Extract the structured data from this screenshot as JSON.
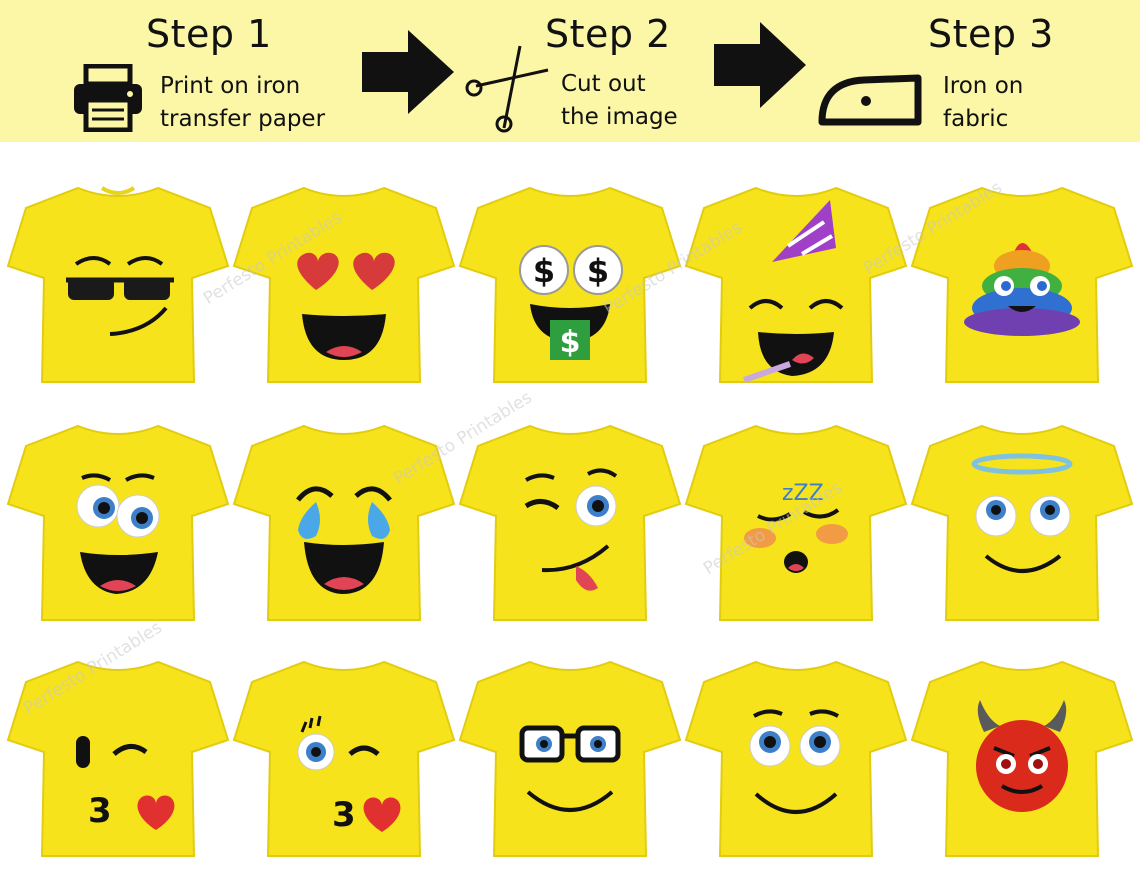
{
  "steps": [
    {
      "title": "Step 1",
      "text": "Print on iron\ntransfer paper",
      "icon": "printer-icon"
    },
    {
      "title": "Step 2",
      "text": "Cut out\nthe image",
      "icon": "scissors-icon"
    },
    {
      "title": "Step 3",
      "text": "Iron on\nfabric",
      "icon": "iron-icon"
    }
  ],
  "arrows": [
    "arrow-right-icon",
    "arrow-right-icon"
  ],
  "watermark": "Perfesto Printables",
  "colors": {
    "banner": "#fbf7a6",
    "shirt": "#f6e31c",
    "shirt_shadow": "#e2cc10",
    "mouth": "#111111",
    "tongue": "#e04455"
  },
  "shirts": [
    "sunglasses-face",
    "heart-eyes-face",
    "money-eyes-face",
    "party-hat-face",
    "rainbow-poop",
    "big-eyes-grin-face",
    "tears-of-joy-face",
    "winking-tongue-face",
    "sleeping-face",
    "halo-face",
    "kiss-wink-face",
    "kiss-wink-lashes-face",
    "nerd-glasses-face",
    "smiling-eyes-face",
    "devil-face"
  ]
}
